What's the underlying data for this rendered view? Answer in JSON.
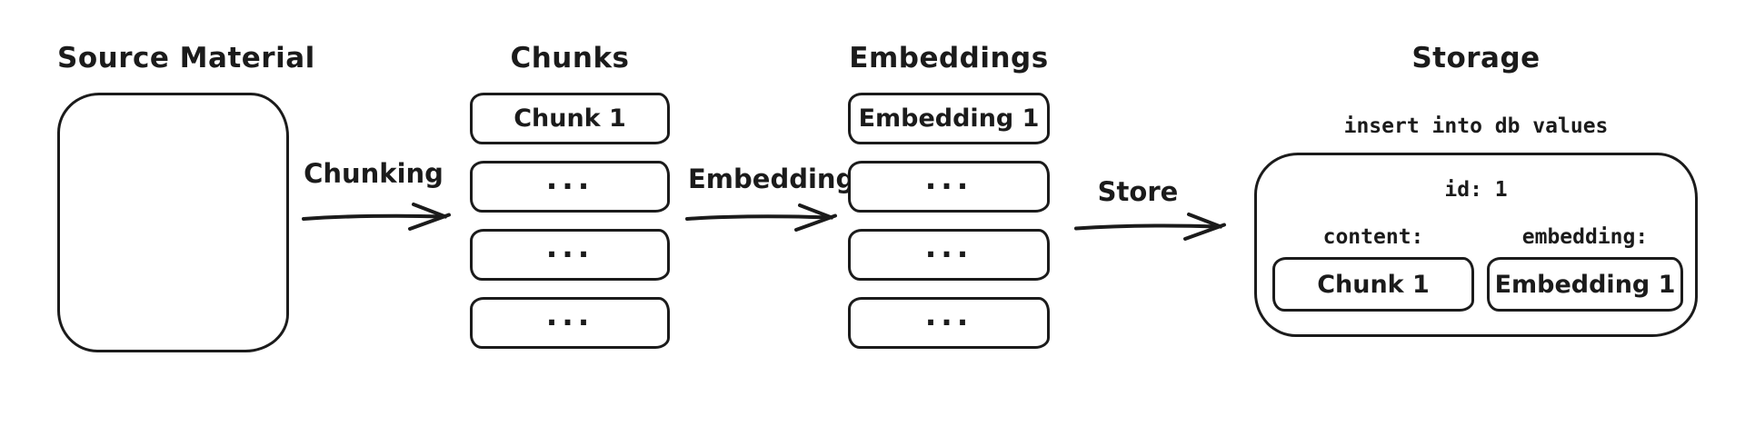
{
  "diagram": {
    "colors": {
      "stroke": "#1b1b1b",
      "background": "#ffffff"
    },
    "source": {
      "title": "Source Material"
    },
    "chunking_step": {
      "label": "Chunking"
    },
    "chunks": {
      "title": "Chunks",
      "items": [
        "Chunk 1",
        "...",
        "...",
        "..."
      ]
    },
    "embedding_step": {
      "label": "Embedding"
    },
    "embeddings": {
      "title": "Embeddings",
      "items": [
        "Embedding 1",
        "...",
        "...",
        "..."
      ]
    },
    "store_step": {
      "label": "Store"
    },
    "storage": {
      "title": "Storage",
      "query": "insert into db values",
      "record": {
        "id": "id: 1",
        "content_label": "content:",
        "content_value": "Chunk 1",
        "embedding_label": "embedding:",
        "embedding_value": "Embedding 1"
      }
    }
  }
}
